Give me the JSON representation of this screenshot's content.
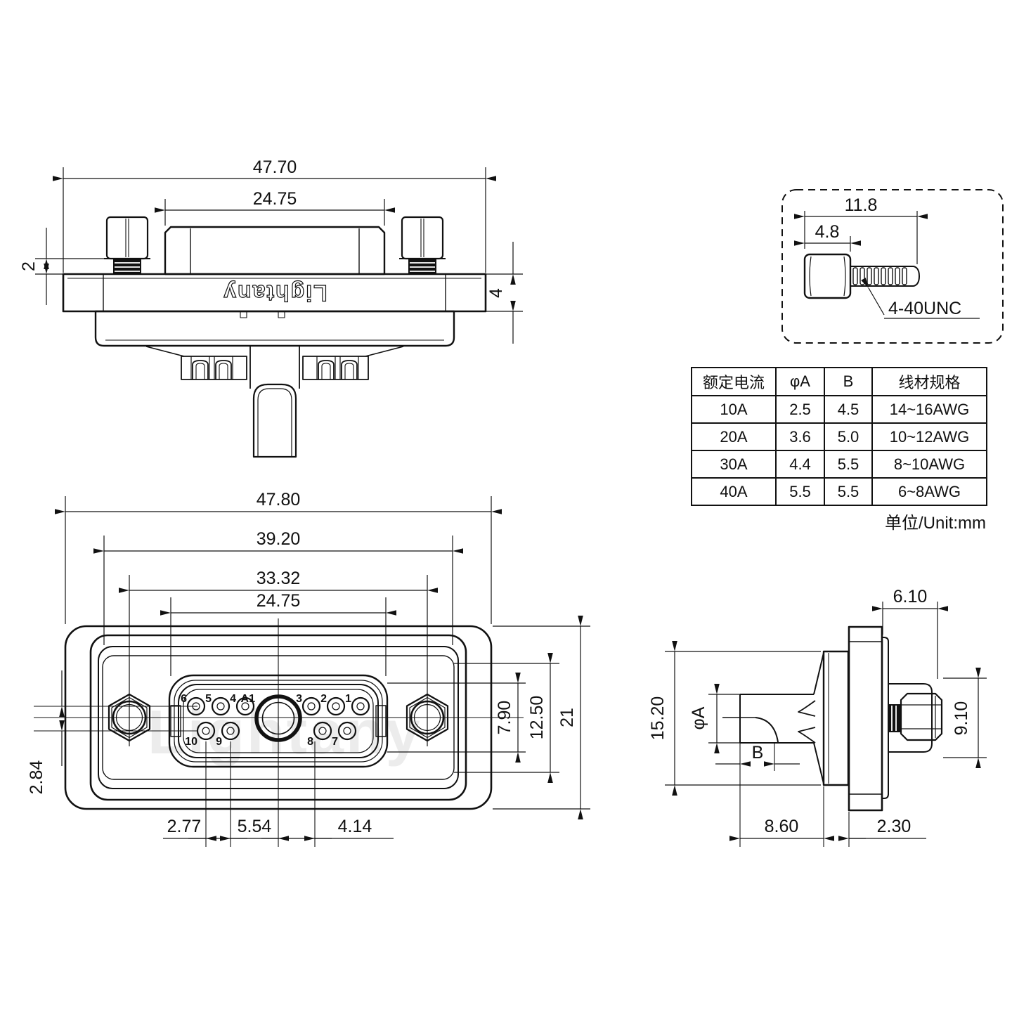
{
  "drawing": {
    "brand": "Lightany",
    "watermark": "Lightany"
  },
  "views": {
    "side": {
      "brand": "Lightany",
      "dims": {
        "overall_width": "47.70",
        "hood_width": "24.75",
        "screw_gap": "2",
        "flange_thickness": "4"
      }
    },
    "screw_detail": {
      "dims": {
        "total_length": "11.8",
        "head_length": "4.8"
      },
      "thread_label": "4-40UNC"
    },
    "front": {
      "watermark": "Lightany",
      "dims": {
        "overall_width": "47.80",
        "shell_width": "39.20",
        "screw_spacing": "33.32",
        "insert_width": "24.75",
        "row_offset": "2.84",
        "insert_height": "7.90",
        "cavity_height": "12.50",
        "overall_height": "21",
        "pin_pitch": "2.77",
        "pin_span": "5.54",
        "power_gap": "4.14"
      },
      "pins": {
        "top": [
          "6",
          "5",
          "4",
          "A1",
          "3",
          "2",
          "1"
        ],
        "bottom": [
          "10",
          "9",
          "8",
          "7"
        ]
      }
    },
    "section": {
      "dims": {
        "hood_depth": "6.10",
        "shell_height": "15.20",
        "bore_dia": "φA",
        "cup_depth": "B",
        "screw_height": "9.10",
        "rear_depth": "8.60",
        "panel_gap": "2.30"
      }
    }
  },
  "table": {
    "headers": [
      "额定电流",
      "φA",
      "B",
      "线材规格"
    ],
    "rows": [
      [
        "10A",
        "2.5",
        "4.5",
        "14~16AWG"
      ],
      [
        "20A",
        "3.6",
        "5.0",
        "10~12AWG"
      ],
      [
        "30A",
        "4.4",
        "5.5",
        "8~10AWG"
      ],
      [
        "40A",
        "5.5",
        "5.5",
        "6~8AWG"
      ]
    ],
    "unit_note": "单位/Unit:mm"
  }
}
